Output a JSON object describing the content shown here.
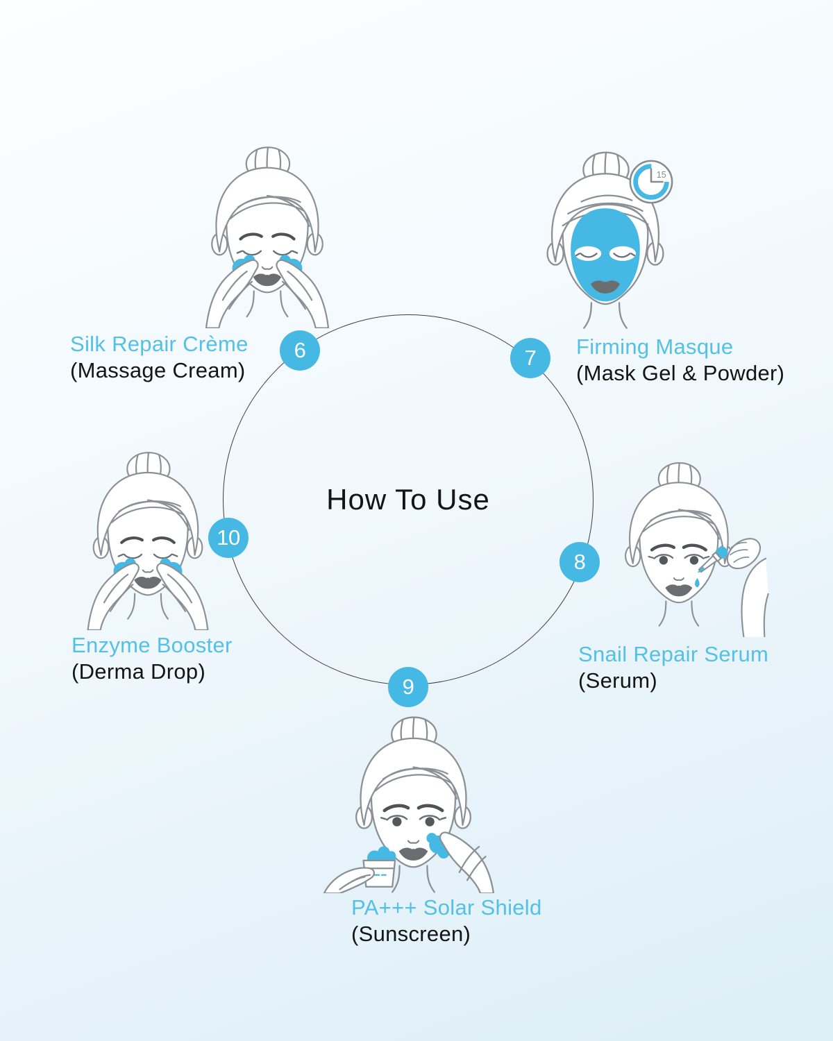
{
  "title": "How To Use",
  "timer": {
    "minutes": "15"
  },
  "steps": [
    {
      "number": "6",
      "product": "Silk Repair Crème",
      "form": "(Massage Cream)"
    },
    {
      "number": "7",
      "product": "Firming Masque",
      "form": "(Mask Gel & Powder)"
    },
    {
      "number": "8",
      "product": "Snail Repair Serum",
      "form": "(Serum)"
    },
    {
      "number": "9",
      "product": "PA+++ Solar Shield",
      "form": "(Sunscreen)"
    },
    {
      "number": "10",
      "product": "Enzyme Booster",
      "form": "(Derma Drop)"
    }
  ],
  "colors": {
    "accent": "#45b8e3",
    "product_label": "#55c0e6",
    "text_dark": "#141414",
    "circle_line": "#3c3c3c",
    "sketch_gray": "#8a9096"
  }
}
